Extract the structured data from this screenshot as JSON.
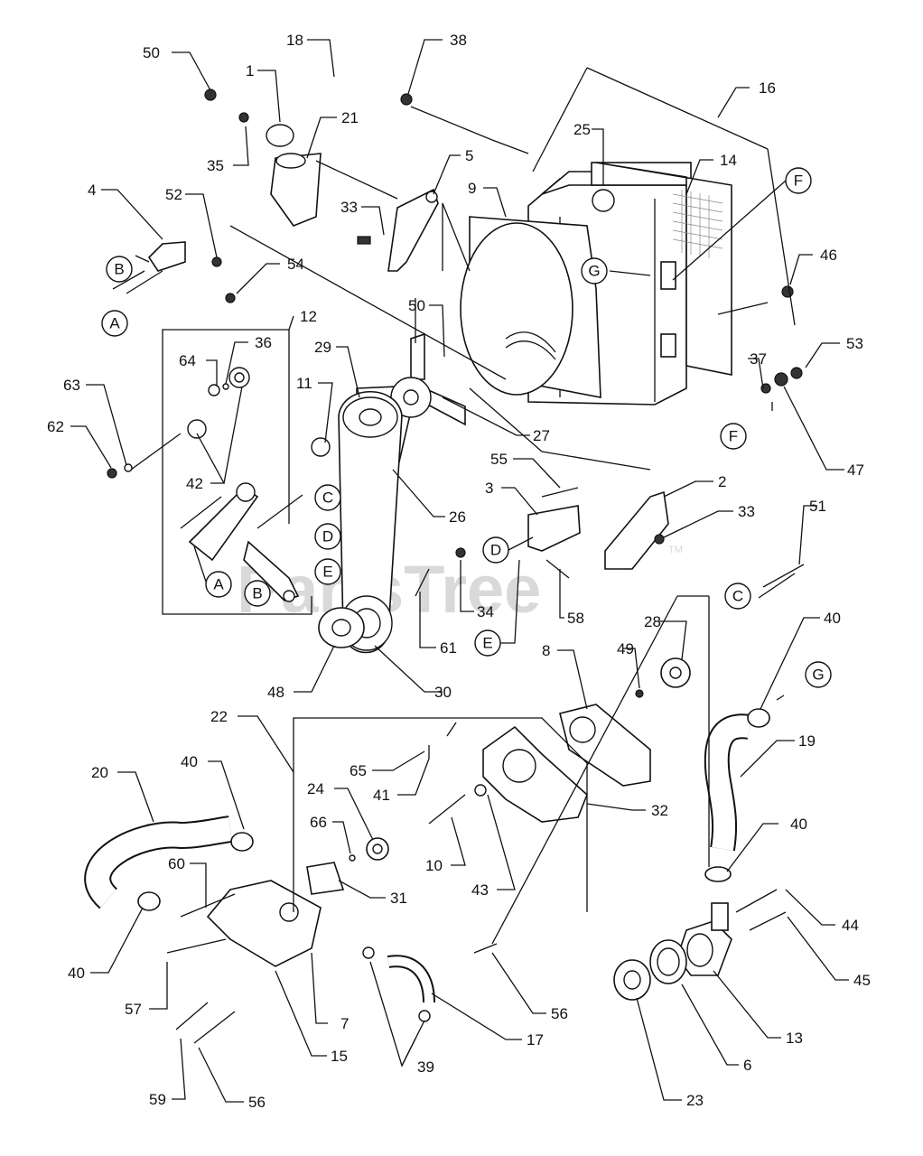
{
  "watermark": {
    "text": "PartsTree",
    "trademark": "TM"
  },
  "callouts": [
    {
      "id": "c50a",
      "text": "50"
    },
    {
      "id": "c18",
      "text": "18"
    },
    {
      "id": "c38",
      "text": "38"
    },
    {
      "id": "c16",
      "text": "16"
    },
    {
      "id": "c1",
      "text": "1"
    },
    {
      "id": "c21",
      "text": "21"
    },
    {
      "id": "c35",
      "text": "35"
    },
    {
      "id": "c25",
      "text": "25"
    },
    {
      "id": "c14",
      "text": "14"
    },
    {
      "id": "c5",
      "text": "5"
    },
    {
      "id": "c4",
      "text": "4"
    },
    {
      "id": "c52",
      "text": "52"
    },
    {
      "id": "c33a",
      "text": "33"
    },
    {
      "id": "c9",
      "text": "9"
    },
    {
      "id": "c54",
      "text": "54"
    },
    {
      "id": "c46",
      "text": "46"
    },
    {
      "id": "c50b",
      "text": "50"
    },
    {
      "id": "c12",
      "text": "12"
    },
    {
      "id": "c53",
      "text": "53"
    },
    {
      "id": "c64",
      "text": "64"
    },
    {
      "id": "c36",
      "text": "36"
    },
    {
      "id": "c29",
      "text": "29"
    },
    {
      "id": "c37",
      "text": "37"
    },
    {
      "id": "c63",
      "text": "63"
    },
    {
      "id": "c11",
      "text": "11"
    },
    {
      "id": "c62",
      "text": "62"
    },
    {
      "id": "c27",
      "text": "27"
    },
    {
      "id": "c47",
      "text": "47"
    },
    {
      "id": "c42",
      "text": "42"
    },
    {
      "id": "c55",
      "text": "55"
    },
    {
      "id": "c3",
      "text": "3"
    },
    {
      "id": "c2",
      "text": "2"
    },
    {
      "id": "c26",
      "text": "26"
    },
    {
      "id": "c33b",
      "text": "33"
    },
    {
      "id": "c51",
      "text": "51"
    },
    {
      "id": "c34",
      "text": "34"
    },
    {
      "id": "c58",
      "text": "58"
    },
    {
      "id": "c61",
      "text": "61"
    },
    {
      "id": "c28",
      "text": "28"
    },
    {
      "id": "c40a",
      "text": "40"
    },
    {
      "id": "c49",
      "text": "49"
    },
    {
      "id": "c48",
      "text": "48"
    },
    {
      "id": "c30",
      "text": "30"
    },
    {
      "id": "c8",
      "text": "8"
    },
    {
      "id": "c22",
      "text": "22"
    },
    {
      "id": "c19",
      "text": "19"
    },
    {
      "id": "c20",
      "text": "20"
    },
    {
      "id": "c40b",
      "text": "40"
    },
    {
      "id": "c65",
      "text": "65"
    },
    {
      "id": "c41",
      "text": "41"
    },
    {
      "id": "c32",
      "text": "32"
    },
    {
      "id": "c24",
      "text": "24"
    },
    {
      "id": "c66",
      "text": "66"
    },
    {
      "id": "c40c",
      "text": "40"
    },
    {
      "id": "c10",
      "text": "10"
    },
    {
      "id": "c60",
      "text": "60"
    },
    {
      "id": "c31",
      "text": "31"
    },
    {
      "id": "c43",
      "text": "43"
    },
    {
      "id": "c44",
      "text": "44"
    },
    {
      "id": "c40d",
      "text": "40"
    },
    {
      "id": "c57",
      "text": "57"
    },
    {
      "id": "c45",
      "text": "45"
    },
    {
      "id": "c56a",
      "text": "56"
    },
    {
      "id": "c7",
      "text": "7"
    },
    {
      "id": "c17",
      "text": "17"
    },
    {
      "id": "c13",
      "text": "13"
    },
    {
      "id": "c15",
      "text": "15"
    },
    {
      "id": "c39",
      "text": "39"
    },
    {
      "id": "c6",
      "text": "6"
    },
    {
      "id": "c59",
      "text": "59"
    },
    {
      "id": "c56b",
      "text": "56"
    },
    {
      "id": "c23",
      "text": "23"
    }
  ],
  "ref_letters": [
    {
      "id": "rB1",
      "text": "B"
    },
    {
      "id": "rA1",
      "text": "A"
    },
    {
      "id": "rF1",
      "text": "F"
    },
    {
      "id": "rG1",
      "text": "G"
    },
    {
      "id": "rF2",
      "text": "F"
    },
    {
      "id": "rC1",
      "text": "C"
    },
    {
      "id": "rD1",
      "text": "D"
    },
    {
      "id": "rE1",
      "text": "E"
    },
    {
      "id": "rA2",
      "text": "A"
    },
    {
      "id": "rB2",
      "text": "B"
    },
    {
      "id": "rD2",
      "text": "D"
    },
    {
      "id": "rE2",
      "text": "E"
    },
    {
      "id": "rC2",
      "text": "C"
    },
    {
      "id": "rG2",
      "text": "G"
    }
  ]
}
